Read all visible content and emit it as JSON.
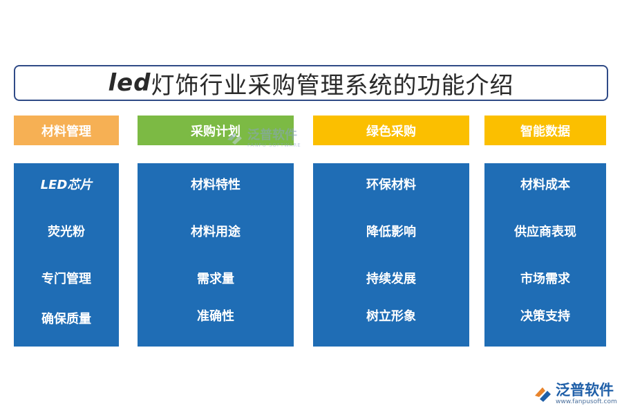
{
  "title": {
    "latin": "led",
    "rest": "灯饰行业采购管理系统的功能介绍"
  },
  "columns": [
    {
      "header": "材料管理",
      "header_color": "#f6b054",
      "items": [
        "LED芯片",
        "荧光粉",
        "专门管理",
        "确保质量"
      ]
    },
    {
      "header": "采购计划",
      "header_color": "#7cba44",
      "items": [
        "材料特性",
        "材料用途",
        "需求量",
        "准确性"
      ]
    },
    {
      "header": "绿色采购",
      "header_color": "#fbbf00",
      "items": [
        "环保材料",
        "降低影响",
        "持续发展",
        "树立形象"
      ]
    },
    {
      "header": "智能数据",
      "header_color": "#fbbf00",
      "items": [
        "材料成本",
        "供应商表现",
        "市场需求",
        "决策支持"
      ]
    }
  ],
  "panel_color": "#1f6db5",
  "watermark": {
    "text": "泛普软件",
    "sub": "FANPU SOFTWARE",
    "icon": "fanpu-logo-icon"
  },
  "logo": {
    "name": "泛普软件",
    "url": "www.fanpusoft.com",
    "icon": "fanpu-logo-icon"
  }
}
